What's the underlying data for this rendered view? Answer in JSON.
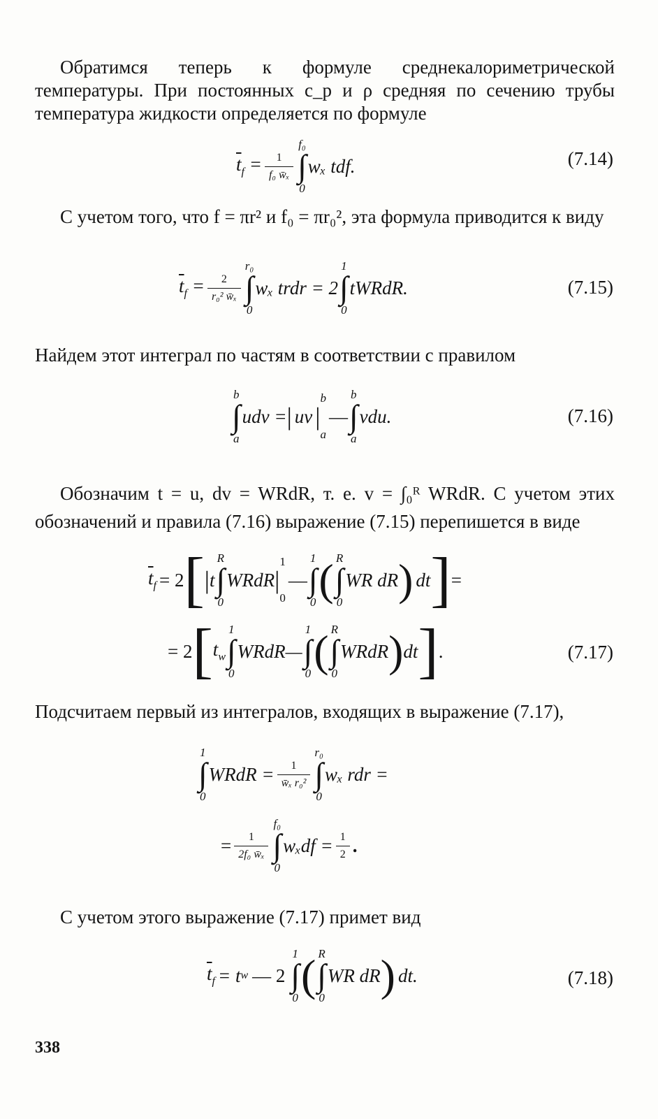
{
  "page_number": "338",
  "paragraphs": {
    "p1": "Обратимся теперь к формуле среднекалориметрической температуры. При постоянных c_p и ρ средняя по сечению трубы температура жидкости определяется по формуле",
    "p2": "С учетом того, что f = πr² и f₀ = πr₀², эта формула приводится к виду",
    "p3": "Найдем этот интеграл по частям в соответствии с правилом",
    "p4": "Обозначим t = u, dv = WRdR, т. е. v = ∫₀ᴿ WRdR. С учетом этих обозначений и правила (7.16) выражение (7.15) перепишется в виде",
    "p5": "Подсчитаем первый из интегралов, входящих в выражение (7.17),",
    "p6": "С учетом этого выражение (7.17) примет вид"
  },
  "equations": {
    "eq714": {
      "number": "(7.14)",
      "lhs": "t",
      "lhs_sub": "f",
      "num": "1",
      "den": "f₀ w̄ₓ",
      "upper": "f₀",
      "lower": "0",
      "integrand": "wₓ tdf."
    },
    "eq715": {
      "number": "(7.15)",
      "num": "2",
      "den": "r₀² w̄ₓ",
      "upper": "r₀",
      "lower": "0",
      "integrand1": "wₓ trdr = 2",
      "upper2": "1",
      "lower2": "0",
      "integrand2": "tWRdR."
    },
    "eq716": {
      "number": "(7.16)",
      "upper": "b",
      "lower": "a",
      "lhs": "udv =",
      "eval": "uv",
      "rhs": "vdu."
    },
    "eq717a": {
      "text1": "= 2",
      "t": "t",
      "upperR": "R",
      "lower0": "0",
      "wr": "WRdR",
      "upper1": "1",
      "wrdr": "WR dR",
      "dt": "dt",
      "eq": "="
    },
    "eq717b": {
      "number": "(7.17)",
      "prefix": "= 2",
      "tw": "t",
      "tw_sub": "w",
      "upper1": "1",
      "lower0": "0",
      "wr": "WRdR—",
      "upperR": "R",
      "wr2": "WRdR",
      "dt": "dt",
      "end": "."
    },
    "eq_int1": {
      "upper": "1",
      "lower": "0",
      "integrand": "WRdR =",
      "num": "1",
      "den": "w̄ₓ r₀²",
      "upper2": "r₀",
      "integrand2": "wₓ rdr ="
    },
    "eq_int2": {
      "prefix": "=",
      "num": "1",
      "den": "2f₀ w̄ₓ",
      "upper": "f₀",
      "lower": "0",
      "integrand": "wₓdf =",
      "num2": "1",
      "den2": "2",
      "end": "."
    },
    "eq718": {
      "number": "(7.18)",
      "lhs": "t",
      "lhs_sub": "f",
      "rhs1": "= t",
      "tw_sub": "w",
      "rhs2": "— 2",
      "upper1": "1",
      "upperR": "R",
      "lower0": "0",
      "wr": "WR dR",
      "dt": "dt."
    }
  }
}
